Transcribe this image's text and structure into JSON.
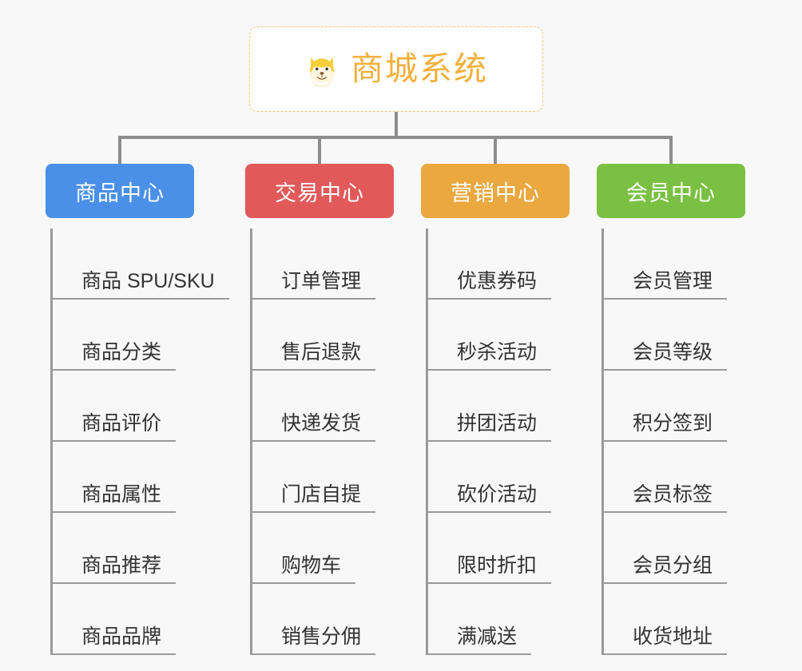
{
  "background_color": "#f8f8f8",
  "root": {
    "icon": "shiba-dog-face-emoji",
    "title": "商城系统",
    "title_color": "#f2b03c",
    "border_color": "#f0c473",
    "background": "#ffffff"
  },
  "connector_color": "#8d8d8d",
  "columns": [
    {
      "header": "商品中心",
      "color": "#4a90e8",
      "items": [
        "商品 SPU/SKU",
        "商品分类",
        "商品评价",
        "商品属性",
        "商品推荐",
        "商品品牌"
      ]
    },
    {
      "header": "交易中心",
      "color": "#e2595a",
      "items": [
        "订单管理",
        "售后退款",
        "快递发货",
        "门店自提",
        "购物车",
        "销售分佣"
      ]
    },
    {
      "header": "营销中心",
      "color": "#eaa83f",
      "items": [
        "优惠券码",
        "秒杀活动",
        "拼团活动",
        "砍价活动",
        "限时折扣",
        "满减送"
      ]
    },
    {
      "header": "会员中心",
      "color": "#7ac143",
      "items": [
        "会员管理",
        "会员等级",
        "积分签到",
        "会员标签",
        "会员分组",
        "收货地址"
      ]
    }
  ]
}
